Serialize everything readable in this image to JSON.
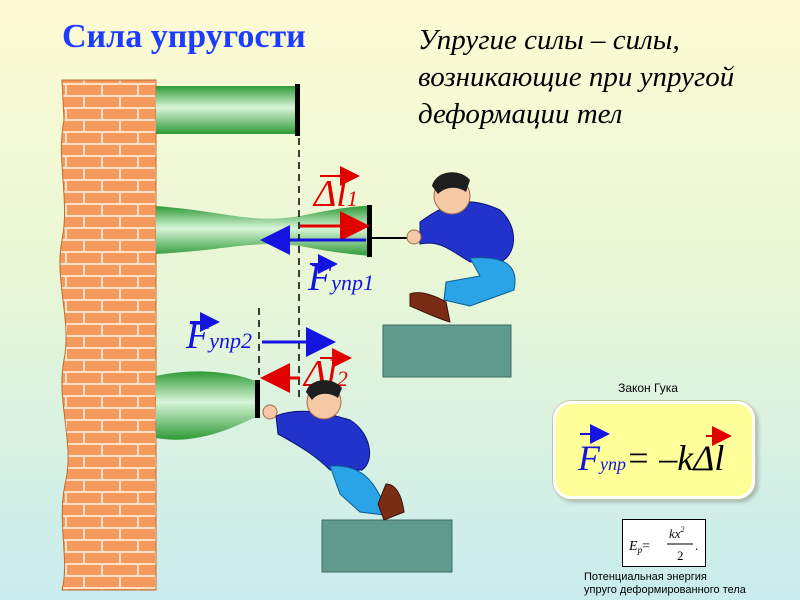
{
  "title": "Сила упругости",
  "definition": "Упругие силы – силы, возникающие при упругой деформации тел",
  "labels": {
    "delta_l1_main": "Δl",
    "delta_l1_sub": "1",
    "f_upr1_main": "F",
    "f_upr1_sub": "упр1",
    "f_upr2_main": "F",
    "f_upr2_sub": "упр2",
    "delta_l2_main": "Δl",
    "delta_l2_sub": "2"
  },
  "hooke": {
    "caption": "Закон Гука",
    "f": "F",
    "sub": "упр",
    "rhs": "= –kΔl"
  },
  "energy": {
    "ep": "E",
    "ep_sub": "p",
    "eq": "=",
    "num": "kx",
    "num_sup": "2",
    "den": "2",
    "dot": ".",
    "caption_line1": "Потенциальная энергия",
    "caption_line2": "упруго деформированного тела"
  },
  "colors": {
    "title": "#1e3cff",
    "red_arrow": "#e00000",
    "blue_arrow": "#1414e0",
    "spring": "#3cb043",
    "brick": "#f0975a"
  }
}
